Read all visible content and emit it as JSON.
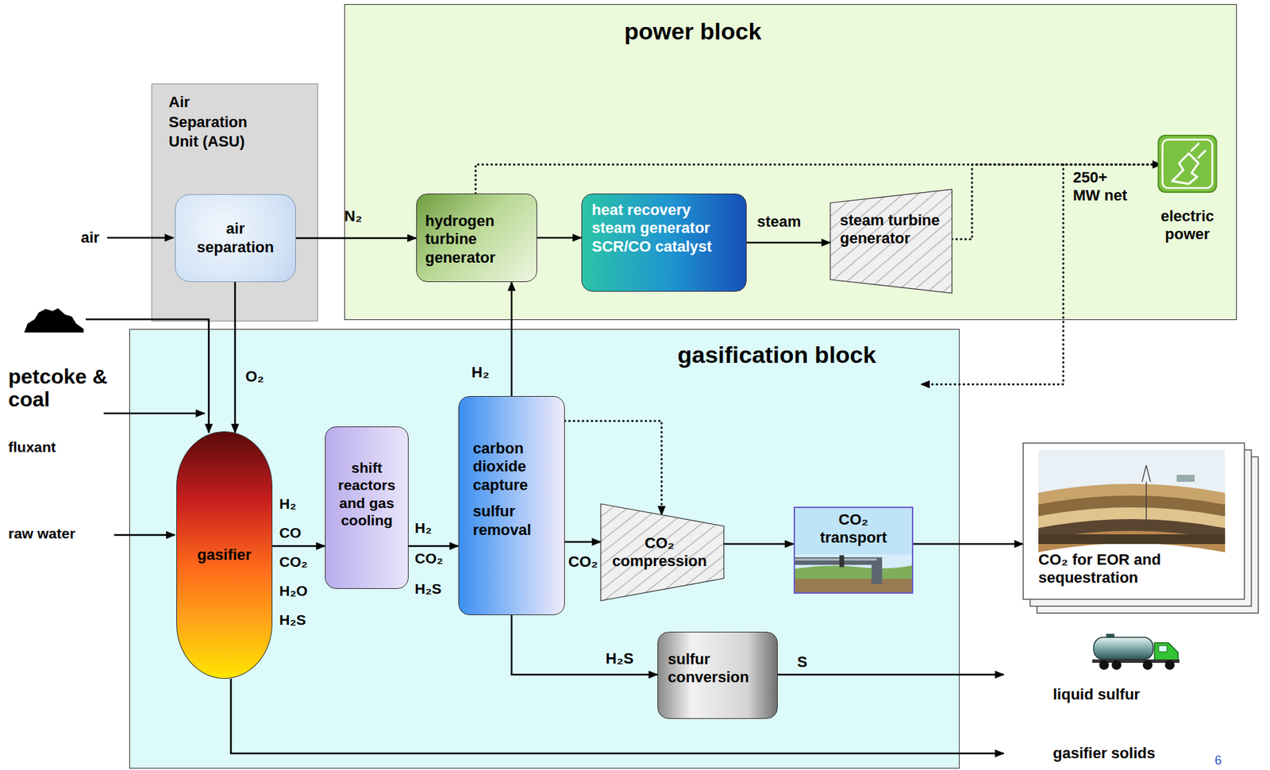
{
  "diagram": {
    "nodes": [
      {
        "text": [
          "power block"
        ]
      },
      {
        "text": [
          "Air Separation Unit (ASU)"
        ]
      },
      {
        "text": [
          "air separation"
        ],
        "in": 1
      },
      {
        "text": [
          "hydrogen turbine generator"
        ],
        "in": 0
      },
      {
        "text": [
          "heat recovery steam generator SCR/CO catalyst"
        ],
        "in": 0
      },
      {
        "text": [
          "steam turbine generator"
        ],
        "in": 0
      },
      {
        "text": [
          "electric power"
        ],
        "in": 0
      },
      {
        "text": [
          "gasification block"
        ]
      },
      {
        "text": [
          "gasifier"
        ],
        "in": 7
      },
      {
        "text": [
          "shift reactors and gas cooling"
        ],
        "in": 7
      },
      {
        "text": [
          "carbon dioxide capture",
          "sulfur removal"
        ],
        "in": 7
      },
      {
        "text": [
          "CO₂ compression"
        ],
        "in": 7
      },
      {
        "text": [
          "sulfur conversion"
        ],
        "in": 7
      },
      {
        "text": [
          "CO₂ transport"
        ],
        "in": 7
      },
      {
        "text": [
          "CO₂ for EOR and sequestration"
        ]
      }
    ],
    "edges": [
      {
        "from": 2,
        "to": 3,
        "arrow": "to",
        "label": "N₂"
      },
      {
        "from": 2,
        "to": 8,
        "arrow": "to",
        "label": "O₂"
      },
      {
        "from": 3,
        "to": 4,
        "arrow": "to"
      },
      {
        "from": 4,
        "to": 5,
        "arrow": "to",
        "label": "steam"
      },
      {
        "from": 3,
        "to": 6,
        "arrow": "to"
      },
      {
        "from": 5,
        "to": 6,
        "arrow": "to"
      },
      {
        "from": 6,
        "to": 7,
        "arrow": "to"
      },
      {
        "from": 10,
        "to": 3,
        "arrow": "to",
        "label": "H₂"
      },
      {
        "from": 8,
        "to": 9,
        "arrow": "to",
        "label": "H₂ CO CO₂ H₂O H₂S"
      },
      {
        "from": 9,
        "to": 10,
        "arrow": "to",
        "label": "H₂ CO₂ H₂S"
      },
      {
        "from": 10,
        "to": 11,
        "arrow": "to",
        "label": "CO₂"
      },
      {
        "from": 10,
        "to": 11,
        "arrow": "to"
      },
      {
        "from": 10,
        "to": 12,
        "arrow": "to",
        "label": "H₂S"
      },
      {
        "from": 11,
        "to": 13,
        "arrow": "to"
      },
      {
        "from": 13,
        "to": 14,
        "arrow": "to"
      }
    ],
    "labels": [
      "air",
      "petcoke & coal",
      "fluxant",
      "raw water",
      "250+ MW net",
      "S",
      "liquid sulfur",
      "gasifier solids",
      "6"
    ]
  }
}
